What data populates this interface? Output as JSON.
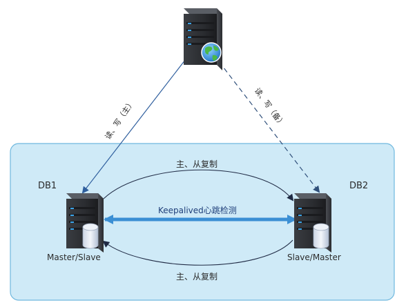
{
  "labels": {
    "db1": "DB1",
    "db2": "DB2",
    "db1_role": "Master/Slave",
    "db2_role": "Slave/Master",
    "replication_top": "主、从复制",
    "replication_bottom": "主、从复制",
    "heartbeat": "Keepalived心跳检测",
    "rw_primary": "读、写（主）",
    "rw_backup": "读、写（备）"
  },
  "colors": {
    "region_fill": "#cfeaf7",
    "region_border": "#6fb8de",
    "solid_link": "#2f5f9e",
    "dashed_link": "#2f4f7a",
    "heartbeat_arrow": "#3b8fd4",
    "replication_arrow": "#1f2a44",
    "server_body": "#2d2f33",
    "server_led": "#3aa3e8"
  },
  "icons": {
    "client": "server-with-globe-icon",
    "db1": "database-server-icon",
    "db2": "database-server-icon"
  }
}
